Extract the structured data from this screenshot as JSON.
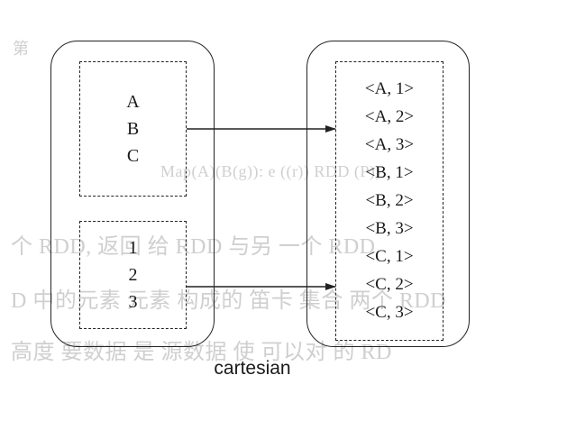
{
  "background_text": {
    "mark": "第",
    "line_1": "Map(A)(B(g)): e ((r)) RDD (P))",
    "line_2": "个 RDD, 返回 给 RDD 与另 一个 RDD",
    "line_3": "D 中的元素 元素 构成的 笛卡 集合 两个 RDD",
    "line_4": "高度 要数据 是 源数据 使 可以对 的 RD"
  },
  "left_panel": {
    "letters": [
      "A",
      "B",
      "C"
    ],
    "numbers": [
      "1",
      "2",
      "3"
    ]
  },
  "right_panel": {
    "pairs": [
      "<A, 1>",
      "<A, 2>",
      "<A, 3>",
      "<B, 1>",
      "<B, 2>",
      "<B, 3>",
      "<C, 1>",
      "<C, 2>",
      "<C, 3>"
    ]
  },
  "caption": "cartesian",
  "colors": {
    "stroke": "#222222",
    "ghost_text": "#cfcfcf",
    "background": "#ffffff"
  }
}
